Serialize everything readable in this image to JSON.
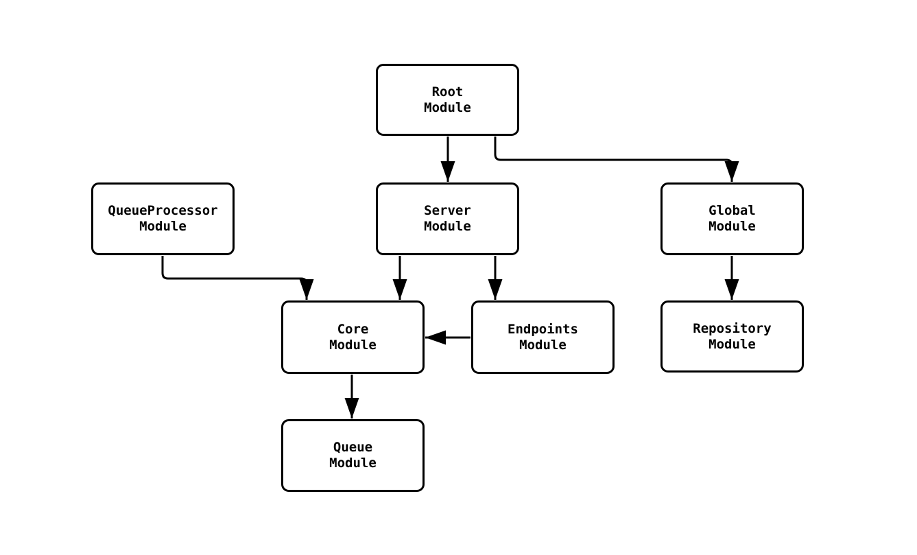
{
  "diagram": {
    "type": "module-dependency-flowchart",
    "background_color": "#ffffff",
    "node_fill_color": "#ffffff",
    "node_border_color": "#000000",
    "edge_color": "#000000"
  },
  "nodes": [
    {
      "id": "root",
      "label": "Root\nModule"
    },
    {
      "id": "queueprocessor",
      "label": "QueueProcessor\nModule"
    },
    {
      "id": "server",
      "label": "Server\nModule"
    },
    {
      "id": "global",
      "label": "Global\nModule"
    },
    {
      "id": "core",
      "label": "Core\nModule"
    },
    {
      "id": "endpoints",
      "label": "Endpoints\nModule"
    },
    {
      "id": "repository",
      "label": "Repository\nModule"
    },
    {
      "id": "queue",
      "label": "Queue\nModule"
    }
  ],
  "edges": [
    {
      "from": "root",
      "to": "server"
    },
    {
      "from": "root",
      "to": "global"
    },
    {
      "from": "queueprocessor",
      "to": "core"
    },
    {
      "from": "server",
      "to": "core"
    },
    {
      "from": "server",
      "to": "endpoints"
    },
    {
      "from": "endpoints",
      "to": "core"
    },
    {
      "from": "core",
      "to": "queue"
    },
    {
      "from": "global",
      "to": "repository"
    }
  ]
}
